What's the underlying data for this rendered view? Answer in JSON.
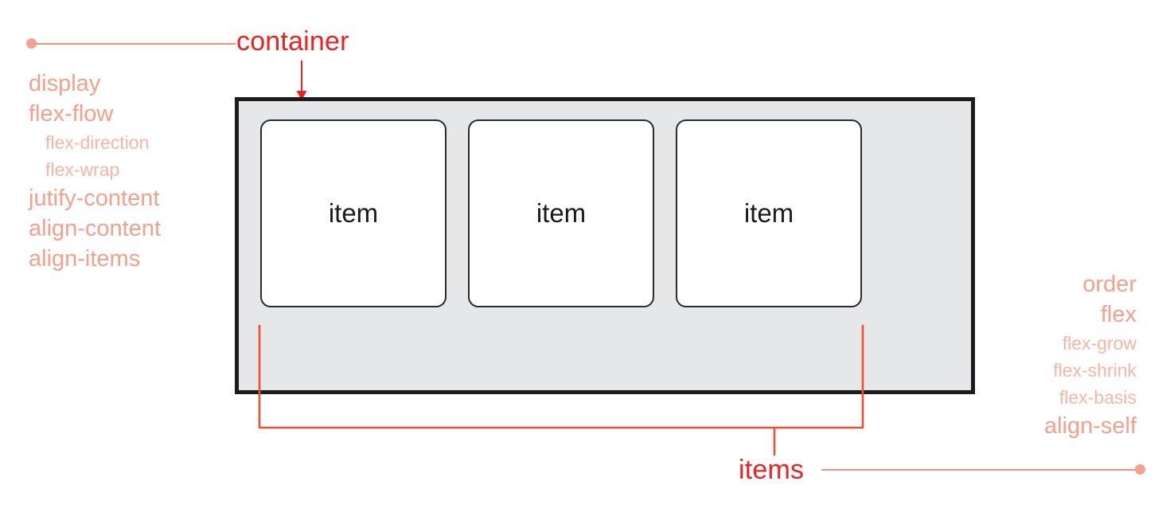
{
  "diagram": {
    "title_container": "container",
    "title_items": "items",
    "item_label": "item",
    "items": [
      "item",
      "item",
      "item"
    ],
    "colors": {
      "callout_red": "#ee2020",
      "connector_salmon": "#f0917a",
      "property_main": "#f4a08c",
      "property_sub": "#f7b6a3",
      "container_border": "#1c1c1c",
      "container_fill": "#e6e7e8",
      "item_fill": "#ffffff",
      "item_border": "#2b2b2b",
      "background": "#ffffff"
    }
  },
  "container_properties": [
    {
      "label": "display",
      "level": "main"
    },
    {
      "label": "flex-flow",
      "level": "main"
    },
    {
      "label": "flex-direction",
      "level": "sub"
    },
    {
      "label": "flex-wrap",
      "level": "sub"
    },
    {
      "label": "jutify-content",
      "level": "main"
    },
    {
      "label": "align-content",
      "level": "main"
    },
    {
      "label": "align-items",
      "level": "main"
    }
  ],
  "item_properties": [
    {
      "label": "order",
      "level": "main"
    },
    {
      "label": "flex",
      "level": "main"
    },
    {
      "label": "flex-grow",
      "level": "sub"
    },
    {
      "label": "flex-shrink",
      "level": "sub"
    },
    {
      "label": "flex-basis",
      "level": "sub"
    },
    {
      "label": "align-self",
      "level": "main"
    }
  ]
}
